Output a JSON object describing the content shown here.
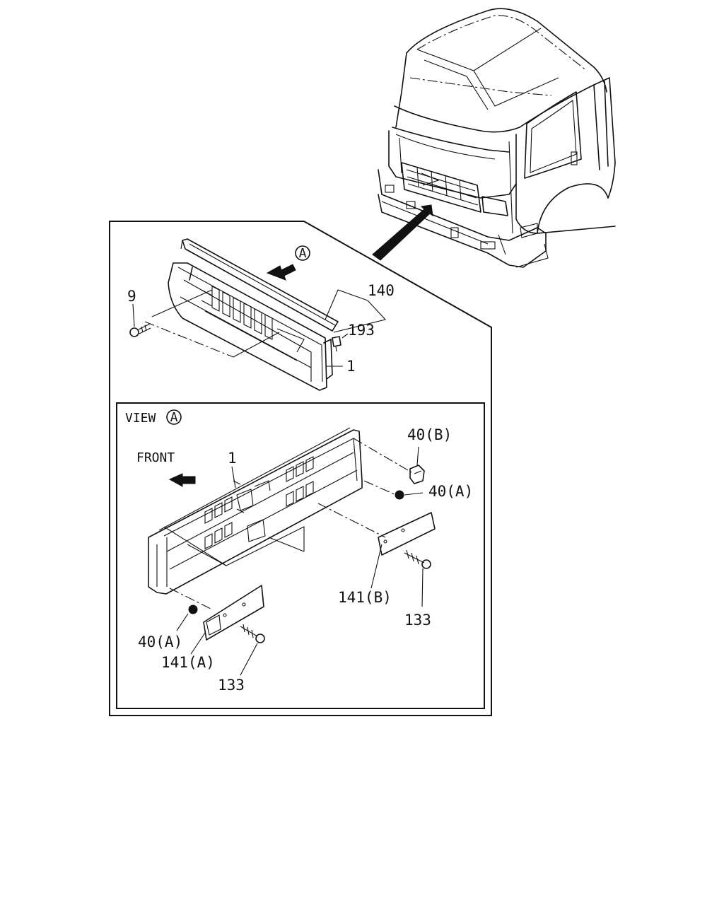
{
  "callouts": {
    "view_marker": "A",
    "part_140": "140",
    "part_9": "9",
    "part_193": "193",
    "part_1_top": "1",
    "view_title": "VIEW",
    "view_letter": "A",
    "front": "FRONT",
    "part_1_view": "1",
    "part_40b": "40(B)",
    "part_40a_right": "40(A)",
    "part_141b": "141(B)",
    "part_133_right": "133",
    "part_40a_left": "40(A)",
    "part_141a": "141(A)",
    "part_133_left": "133"
  }
}
